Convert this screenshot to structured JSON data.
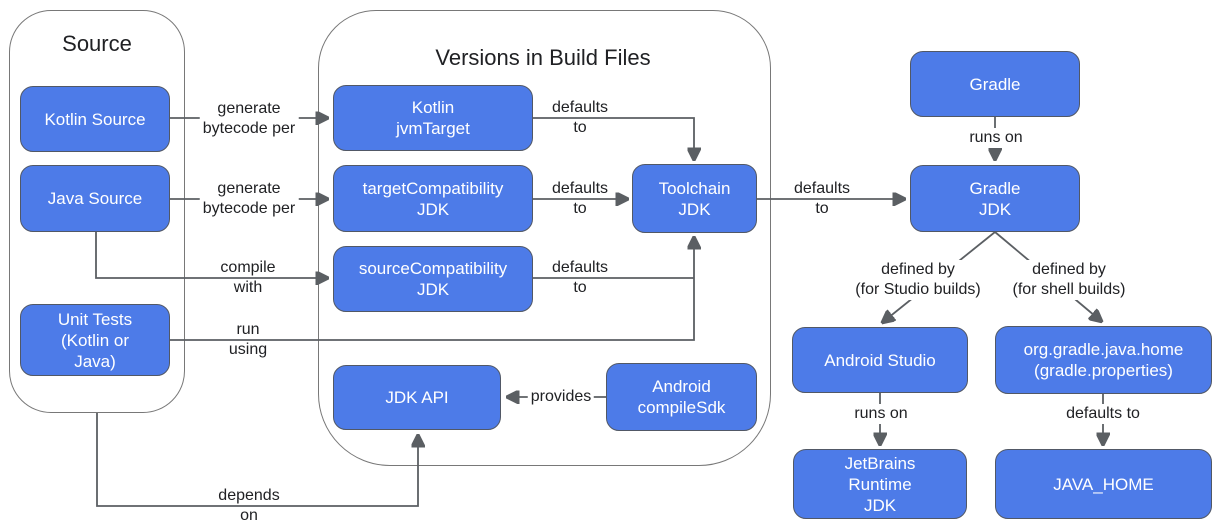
{
  "diagram": {
    "containers": {
      "source": {
        "title": "Source"
      },
      "build_files": {
        "title": "Versions in Build Files"
      }
    },
    "nodes": {
      "kotlin_source": "Kotlin Source",
      "java_source": "Java Source",
      "unit_tests": "Unit Tests\n(Kotlin or\nJava)",
      "kotlin_jvmtarget": "Kotlin\njvmTarget",
      "target_compatibility_jdk": "targetCompatibility\nJDK",
      "source_compatibility_jdk": "sourceCompatibility\nJDK",
      "toolchain_jdk": "Toolchain\nJDK",
      "jdk_api": "JDK API",
      "android_compilesdk": "Android\ncompileSdk",
      "gradle": "Gradle",
      "gradle_jdk": "Gradle\nJDK",
      "android_studio": "Android Studio",
      "org_gradle_java_home": "org.gradle.java.home\n(gradle.properties)",
      "jetbrains_runtime_jdk": "JetBrains\nRuntime\nJDK",
      "java_home": "JAVA_HOME"
    },
    "edge_labels": {
      "generate_bytecode_1": "generate\nbytecode per",
      "generate_bytecode_2": "generate\nbytecode per",
      "compile_with": "compile\nwith",
      "run_using": "run\nusing",
      "depends_on": "depends\non",
      "defaults_to_1": "defaults\nto",
      "defaults_to_2": "defaults\nto",
      "defaults_to_3": "defaults\nto",
      "defaults_to_4": "defaults\nto",
      "provides": "provides",
      "runs_on_1": "runs on",
      "defined_by_studio": "defined by\n(for Studio builds)",
      "defined_by_shell": "defined by\n(for shell builds)",
      "runs_on_2": "runs on",
      "defaults_to_5": "defaults to"
    },
    "colors": {
      "node_fill": "#4d7be8",
      "node_border": "#515866",
      "node_text": "#ffffff",
      "edge": "#5b5f63",
      "label_text": "#202124",
      "container_border": "#787878",
      "bg": "#ffffff"
    }
  }
}
